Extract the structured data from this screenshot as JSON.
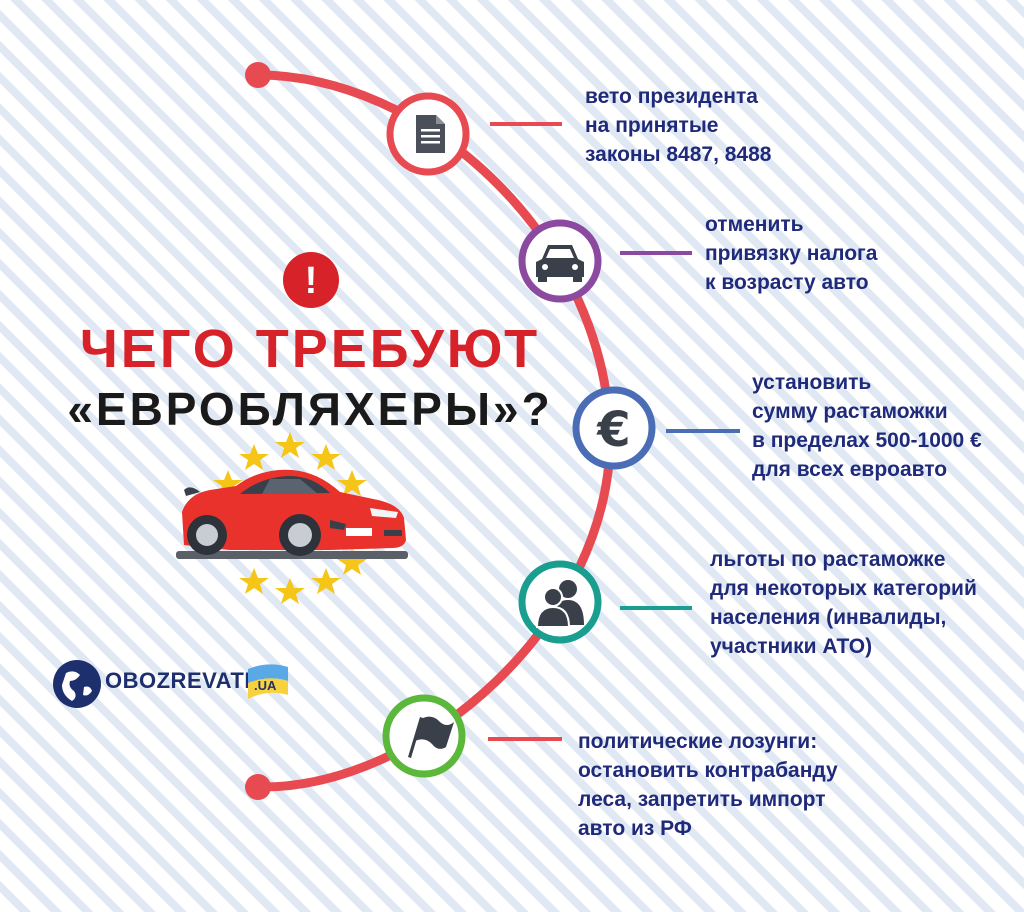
{
  "title": {
    "line1": "ЧЕГО ТРЕБУЮТ",
    "line2": "«ЕВРОБЛЯХЕРЫ»?"
  },
  "alert_mark": "!",
  "items": [
    {
      "icon": "document-icon",
      "color": "#e84a52",
      "lines": [
        "вето президента",
        "на принятые",
        "законы 8487, 8488"
      ]
    },
    {
      "icon": "car-icon",
      "color": "#8b4aa0",
      "lines": [
        "отменить",
        "привязку налога",
        "к возрасту авто"
      ]
    },
    {
      "icon": "euro-icon",
      "color": "#4a6db5",
      "lines": [
        "установить",
        "сумму растаможки",
        "в пределах 500-1000 €",
        "для всех евроавто"
      ]
    },
    {
      "icon": "people-icon",
      "color": "#1a9e8f",
      "lines": [
        "льготы по растаможке",
        "для некоторых категорий",
        "населения (инвалиды,",
        "участники АТО)"
      ]
    },
    {
      "icon": "flag-icon",
      "color": "#5cb83b",
      "lines": [
        "политические лозунги:",
        "остановить контрабанду",
        "леса, запретить  импорт",
        "авто из РФ"
      ]
    }
  ],
  "brand": {
    "name": "OBOZREVATEL",
    "suffix": ".UA"
  },
  "colors": {
    "arc": "#e84a52",
    "title_red": "#d8222a",
    "text_blue": "#1f2a7a"
  }
}
